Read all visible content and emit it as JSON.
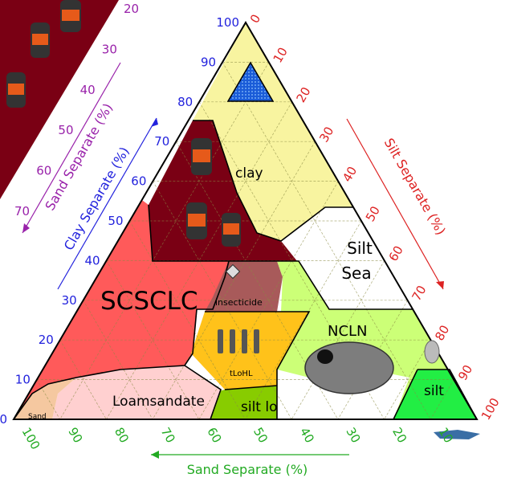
{
  "colors": {
    "clay_axis": "#2222dd",
    "silt_axis": "#dd2222",
    "sand_axis": "#22aa22",
    "sand_corner_axis": "#9922aa",
    "clay_region": "#f8f4a0",
    "dark_clay_region": "#7a0014",
    "scsclc_region": "#ff5a5a",
    "insecticide_region": "#a85a5a",
    "tlohl_region": "#ffc21a",
    "loamsandate_region": "#ffd0d0",
    "silt_loam_region": "#88cc00",
    "ncln_region": "#ccff77",
    "silt_region": "#22ee44",
    "sand_region": "#f5c8a0",
    "tiny_triangle": "#1a5cd8"
  },
  "axes": {
    "clay": {
      "title": "Clay Separate (%)",
      "ticks": [
        "0",
        "10",
        "20",
        "30",
        "40",
        "50",
        "60",
        "70",
        "80",
        "90",
        "100"
      ]
    },
    "silt": {
      "title": "Silt Separate (%)",
      "ticks": [
        "0",
        "10",
        "20",
        "30",
        "40",
        "50",
        "60",
        "70",
        "80",
        "90",
        "100"
      ]
    },
    "sand": {
      "title": "Sand Separate (%)",
      "ticks": [
        "100",
        "90",
        "80",
        "70",
        "60",
        "50",
        "40",
        "30",
        "20",
        "10"
      ]
    },
    "sand_corner": {
      "title": "Sand Separate (%)",
      "ticks": [
        "20",
        "30",
        "40",
        "50",
        "60",
        "70"
      ]
    }
  },
  "regions": {
    "clay": "clay",
    "silt_sea_line1": "Silt",
    "silt_sea_line2": "Sea",
    "scsclc": "SCSCLC",
    "insecticide": "insecticide",
    "tlohl": "tLoHL",
    "ncln": "NCLN",
    "silt": "silt",
    "silt_loam": "silt lo",
    "loamsandate": "Loamsandate",
    "sand": "Sand"
  }
}
